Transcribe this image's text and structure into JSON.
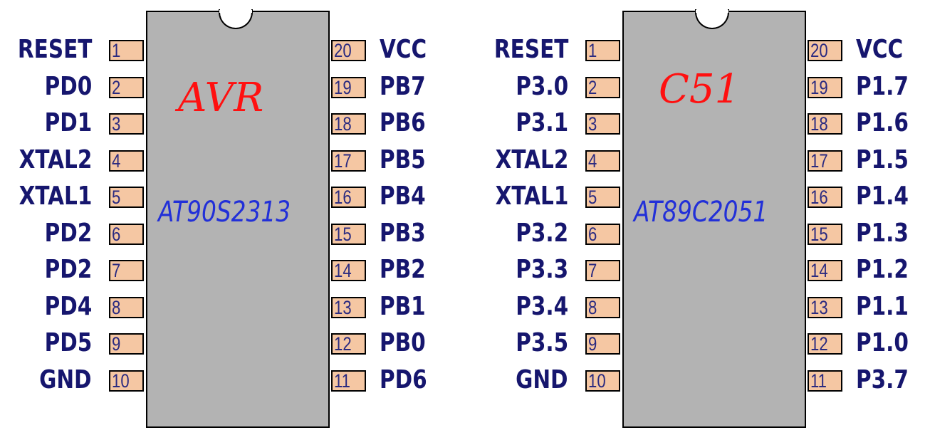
{
  "chips": [
    {
      "title": "AVR",
      "model": "AT90S2313",
      "left_pins": [
        {
          "num": "1",
          "name": "RESET"
        },
        {
          "num": "2",
          "name": "PD0"
        },
        {
          "num": "3",
          "name": "PD1"
        },
        {
          "num": "4",
          "name": "XTAL2"
        },
        {
          "num": "5",
          "name": "XTAL1"
        },
        {
          "num": "6",
          "name": "PD2"
        },
        {
          "num": "7",
          "name": "PD2"
        },
        {
          "num": "8",
          "name": "PD4"
        },
        {
          "num": "9",
          "name": "PD5"
        },
        {
          "num": "10",
          "name": "GND"
        }
      ],
      "right_pins": [
        {
          "num": "20",
          "name": "VCC"
        },
        {
          "num": "19",
          "name": "PB7"
        },
        {
          "num": "18",
          "name": "PB6"
        },
        {
          "num": "17",
          "name": "PB5"
        },
        {
          "num": "16",
          "name": "PB4"
        },
        {
          "num": "15",
          "name": "PB3"
        },
        {
          "num": "14",
          "name": "PB2"
        },
        {
          "num": "13",
          "name": "PB1"
        },
        {
          "num": "12",
          "name": "PB0"
        },
        {
          "num": "11",
          "name": "PD6"
        }
      ]
    },
    {
      "title": "C51",
      "model": "AT89C2051",
      "left_pins": [
        {
          "num": "1",
          "name": "RESET"
        },
        {
          "num": "2",
          "name": "P3.0"
        },
        {
          "num": "3",
          "name": "P3.1"
        },
        {
          "num": "4",
          "name": "XTAL2"
        },
        {
          "num": "5",
          "name": "XTAL1"
        },
        {
          "num": "6",
          "name": "P3.2"
        },
        {
          "num": "7",
          "name": "P3.3"
        },
        {
          "num": "8",
          "name": "P3.4"
        },
        {
          "num": "9",
          "name": "P3.5"
        },
        {
          "num": "10",
          "name": "GND"
        }
      ],
      "right_pins": [
        {
          "num": "20",
          "name": "VCC"
        },
        {
          "num": "19",
          "name": "P1.7"
        },
        {
          "num": "18",
          "name": "P1.6"
        },
        {
          "num": "17",
          "name": "P1.5"
        },
        {
          "num": "16",
          "name": "P1.4"
        },
        {
          "num": "15",
          "name": "P1.3"
        },
        {
          "num": "14",
          "name": "P1.2"
        },
        {
          "num": "13",
          "name": "P1.1"
        },
        {
          "num": "12",
          "name": "P1.0"
        },
        {
          "num": "11",
          "name": "P3.7"
        }
      ]
    }
  ],
  "colors": {
    "chip_body": "#b3b3b3",
    "pin_fill": "#f5c7a3",
    "pin_name": "#16166e",
    "title": "#ff1010",
    "model": "#2230d8"
  }
}
